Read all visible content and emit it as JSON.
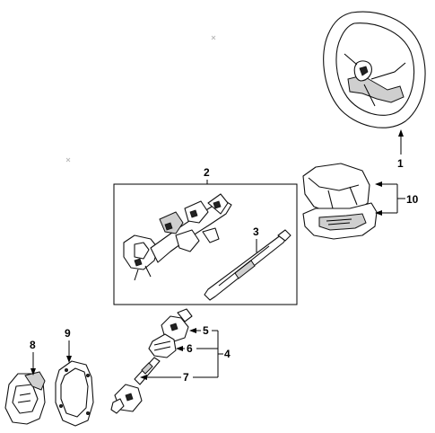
{
  "diagram": {
    "callouts": {
      "c1": "1",
      "c2": "2",
      "c3": "3",
      "c4": "4",
      "c5": "5",
      "c6": "6",
      "c7": "7",
      "c8": "8",
      "c9": "9",
      "c10": "10"
    },
    "parts": [
      {
        "id": "1",
        "icon": "steering-wheel"
      },
      {
        "id": "2",
        "icon": "steering-column-assembly"
      },
      {
        "id": "3",
        "icon": "steering-shaft"
      },
      {
        "id": "4",
        "icon": "intermediate-shaft-assembly"
      },
      {
        "id": "5",
        "icon": "upper-universal-joint"
      },
      {
        "id": "6",
        "icon": "shaft-boot"
      },
      {
        "id": "7",
        "icon": "lower-intermediate-shaft"
      },
      {
        "id": "8",
        "icon": "column-seal-boot"
      },
      {
        "id": "9",
        "icon": "seal-retainer-plate"
      },
      {
        "id": "10",
        "icon": "column-cover"
      }
    ]
  }
}
